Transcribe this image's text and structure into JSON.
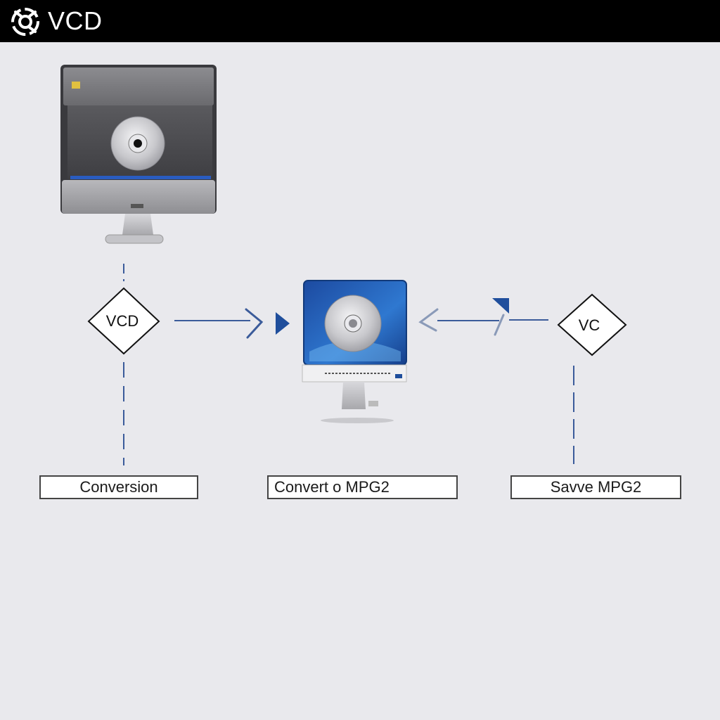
{
  "header": {
    "title": "VCD",
    "logo_icon": "swirl-logo-icon"
  },
  "diagram": {
    "source_device_icon": "computer-with-disc-icon",
    "center_device_icon": "monitor-with-disc-icon",
    "left_diamond": "VCD",
    "right_diamond": "VC",
    "boxes": {
      "left": "Conversion",
      "center": "Convert o MPG2",
      "right": "Savve MPG2"
    }
  },
  "colors": {
    "header_bg": "#000000",
    "background": "#e9e9ed",
    "accent_blue": "#1f4e9c",
    "line_blue": "#3b5b9a"
  }
}
